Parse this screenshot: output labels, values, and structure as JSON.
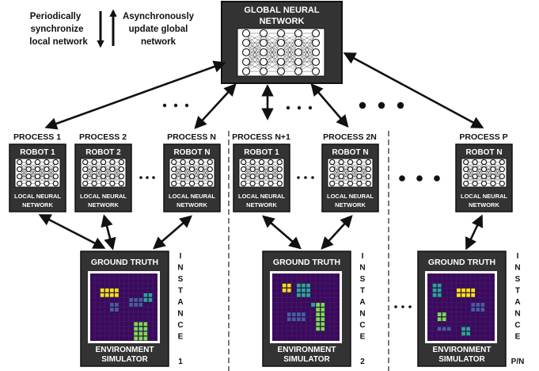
{
  "legend": {
    "left_lines": [
      "Periodically",
      "synchronize",
      "local network"
    ],
    "right_lines": [
      "Asynchronously",
      "update global",
      "network"
    ]
  },
  "global": {
    "title_lines": [
      "GLOBAL NEURAL",
      "NETWORK"
    ]
  },
  "processes": [
    {
      "label": "PROCESS 1",
      "robot": "ROBOT 1",
      "net_lines": [
        "LOCAL NEURAL",
        "NETWORK"
      ]
    },
    {
      "label": "PROCESS 2",
      "robot": "ROBOT 2",
      "net_lines": [
        "LOCAL NEURAL",
        "NETWORK"
      ]
    },
    {
      "label": "PROCESS N",
      "robot": "ROBOT N",
      "net_lines": [
        "LOCAL NEURAL",
        "NETWORK"
      ]
    },
    {
      "label": "PROCESS N+1",
      "robot": "ROBOT 1",
      "net_lines": [
        "LOCAL NEURAL",
        "NETWORK"
      ]
    },
    {
      "label": "PROCESS 2N",
      "robot": "ROBOT N",
      "net_lines": [
        "LOCAL NEURAL",
        "NETWORK"
      ]
    },
    {
      "label": "PROCESS P",
      "robot": "ROBOT N",
      "net_lines": [
        "LOCAL NEURAL",
        "NETWORK"
      ]
    }
  ],
  "simulators": [
    {
      "top": "GROUND TRUTH",
      "bottom_lines": [
        "ENVIRONMENT",
        "SIMULATOR"
      ],
      "instance_letters": [
        "I",
        "N",
        "S",
        "T",
        "A",
        "N",
        "C",
        "E"
      ],
      "instance_id": "1"
    },
    {
      "top": "GROUND TRUTH",
      "bottom_lines": [
        "ENVIRONMENT",
        "SIMULATOR"
      ],
      "instance_letters": [
        "I",
        "N",
        "S",
        "T",
        "A",
        "N",
        "C",
        "E"
      ],
      "instance_id": "2"
    },
    {
      "top": "GROUND TRUTH",
      "bottom_lines": [
        "ENVIRONMENT",
        "SIMULATOR"
      ],
      "instance_letters": [
        "I",
        "N",
        "S",
        "T",
        "A",
        "N",
        "C",
        "E"
      ],
      "instance_id": "P/N"
    }
  ],
  "colors": {
    "box": "#333333",
    "grid_bg": "#3a0a5c",
    "yellow": "#f5e017",
    "teal": "#2fa39a",
    "green": "#7ed957",
    "blue": "#4a5aa8"
  }
}
